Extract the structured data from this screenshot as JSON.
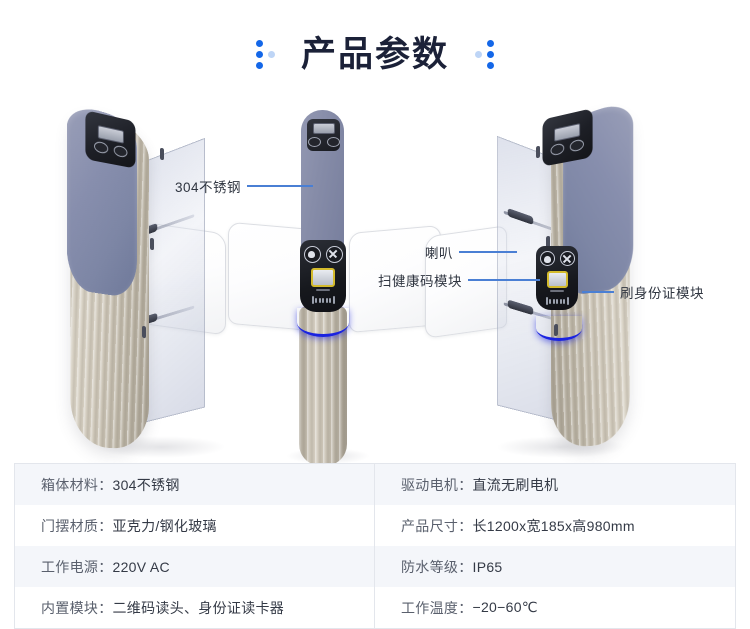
{
  "header": {
    "title": "产品参数",
    "left_dots_icon": "dot-grid-icon",
    "right_dots_icon": "dot-grid-icon",
    "accent_color": "#1467e8",
    "title_color": "#1b2138"
  },
  "product": {
    "alt": "三通道翼闸/摆闸通道门",
    "led_color": "#1a23e0",
    "cabinet_lid_color": "#868ca8",
    "cabinet_body_color": "#cfc8ba",
    "panel_color": "#16181d",
    "scanner_frame_color": "#d4bb2c",
    "callouts": [
      {
        "id": "stainless",
        "label": "304不锈钢"
      },
      {
        "id": "speaker",
        "label": "喇叭"
      },
      {
        "id": "health-code",
        "label": "扫健康码模块"
      },
      {
        "id": "id-card",
        "label": "刷身份证模块"
      }
    ],
    "leader_color": "#4a7fd4"
  },
  "spec_table": {
    "rows": [
      {
        "left": {
          "label": "箱体材料：",
          "value": "304不锈钢"
        },
        "right": {
          "label": "驱动电机：",
          "value": "直流无刷电机"
        }
      },
      {
        "left": {
          "label": "门摆材质：",
          "value": "亚克力/钢化玻璃"
        },
        "right": {
          "label": "产品尺寸：",
          "value": "长1200x宽185x高980mm"
        }
      },
      {
        "left": {
          "label": "工作电源：",
          "value": "220V AC"
        },
        "right": {
          "label": "防水等级：",
          "value": "IP65"
        }
      },
      {
        "left": {
          "label": "内置模块：",
          "value": "二维码读头、身份证读卡器"
        },
        "right": {
          "label": "工作温度：",
          "value": "−20−60℃"
        }
      }
    ]
  }
}
